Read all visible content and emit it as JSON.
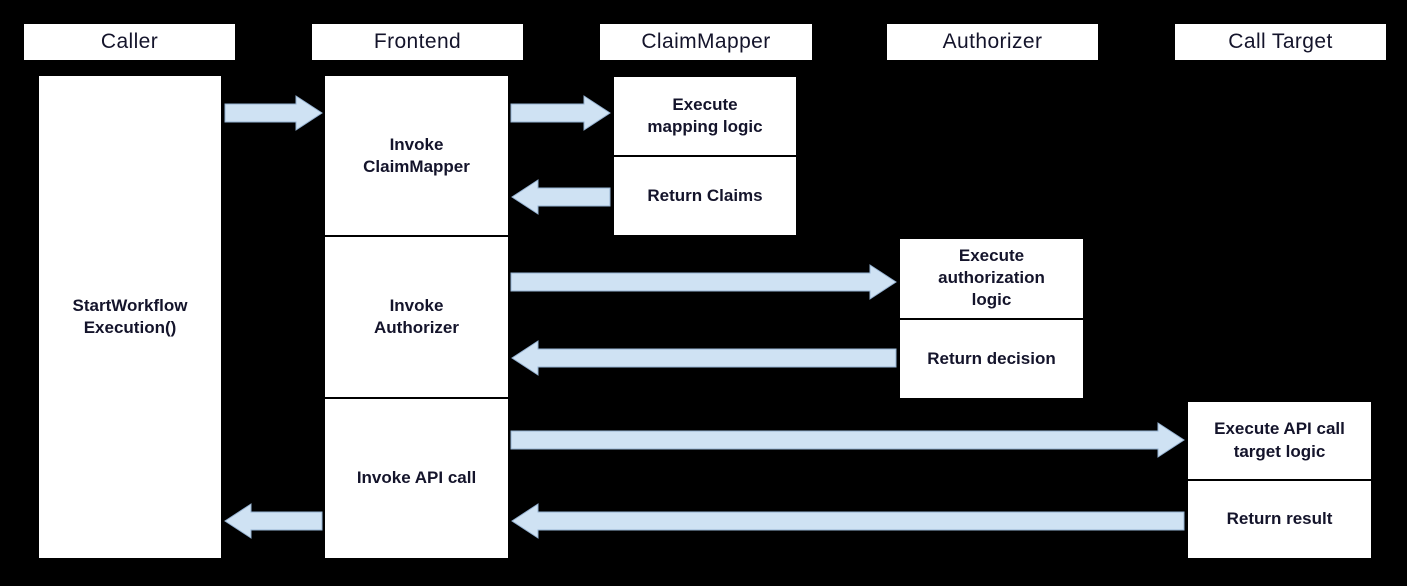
{
  "lifelines": [
    {
      "label": "Caller"
    },
    {
      "label": "Frontend"
    },
    {
      "label": "ClaimMapper"
    },
    {
      "label": "Authorizer"
    },
    {
      "label": "Call Target"
    }
  ],
  "caller": {
    "activation": "StartWorkflow Execution()"
  },
  "frontend": {
    "steps": [
      "Invoke ClaimMapper",
      "Invoke Authorizer",
      "Invoke API call"
    ]
  },
  "claimmapper": {
    "steps": [
      "Execute mapping logic",
      "Return Claims"
    ]
  },
  "authorizer": {
    "steps": [
      "Execute authorization logic",
      "Return decision"
    ]
  },
  "calltarget": {
    "steps": [
      "Execute API call target logic",
      "Return result"
    ]
  },
  "arrows": [
    {
      "from": "Caller",
      "to": "Frontend",
      "direction": "right"
    },
    {
      "from": "Frontend",
      "to": "ClaimMapper",
      "direction": "right"
    },
    {
      "from": "ClaimMapper",
      "to": "Frontend",
      "direction": "left"
    },
    {
      "from": "Frontend",
      "to": "Authorizer",
      "direction": "right"
    },
    {
      "from": "Authorizer",
      "to": "Frontend",
      "direction": "left"
    },
    {
      "from": "Frontend",
      "to": "Call Target",
      "direction": "right"
    },
    {
      "from": "Call Target",
      "to": "Frontend",
      "direction": "left"
    },
    {
      "from": "Frontend",
      "to": "Caller",
      "direction": "left"
    }
  ],
  "colors": {
    "background": "#000000",
    "box_fill": "#ffffff",
    "box_border": "#000000",
    "arrow_fill": "#cfe2f3",
    "arrow_stroke": "#96b3d2",
    "text": "#14142b"
  }
}
